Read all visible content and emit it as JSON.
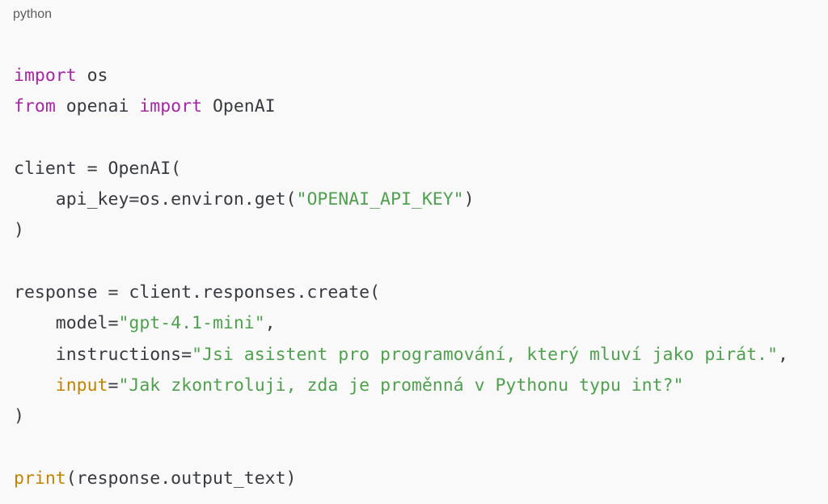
{
  "code_block": {
    "language": "python",
    "lines": [
      [
        {
          "t": "import",
          "c": "kw"
        },
        {
          "t": " os",
          "c": "pl"
        }
      ],
      [
        {
          "t": "from",
          "c": "kw"
        },
        {
          "t": " openai ",
          "c": "pl"
        },
        {
          "t": "import",
          "c": "kw"
        },
        {
          "t": " OpenAI",
          "c": "pl"
        }
      ],
      [],
      [
        {
          "t": "client = OpenAI(",
          "c": "pl"
        }
      ],
      [
        {
          "t": "    api_key=os.environ.get(",
          "c": "pl"
        },
        {
          "t": "\"OPENAI_API_KEY\"",
          "c": "str"
        },
        {
          "t": ")",
          "c": "pl"
        }
      ],
      [
        {
          "t": ")",
          "c": "pl"
        }
      ],
      [],
      [
        {
          "t": "response = client.responses.create(",
          "c": "pl"
        }
      ],
      [
        {
          "t": "    model=",
          "c": "pl"
        },
        {
          "t": "\"gpt-4.1-mini\"",
          "c": "str"
        },
        {
          "t": ",",
          "c": "pl"
        }
      ],
      [
        {
          "t": "    instructions=",
          "c": "pl"
        },
        {
          "t": "\"Jsi asistent pro programování, který mluví jako pirát.\"",
          "c": "str"
        },
        {
          "t": ",",
          "c": "pl"
        }
      ],
      [
        {
          "t": "    ",
          "c": "pl"
        },
        {
          "t": "input",
          "c": "bi"
        },
        {
          "t": "=",
          "c": "pl"
        },
        {
          "t": "\"Jak zkontroluji, zda je proměnná v Pythonu typu int?\"",
          "c": "str"
        }
      ],
      [
        {
          "t": ")",
          "c": "pl"
        }
      ],
      [],
      [
        {
          "t": "print",
          "c": "bi"
        },
        {
          "t": "(response.output_text)",
          "c": "pl"
        }
      ]
    ]
  },
  "colors": {
    "background": "#f9f9f9",
    "keyword": "#a626a4",
    "string": "#50a14f",
    "builtin": "#c18401",
    "plain": "#383a42",
    "label": "#5d5d5d"
  }
}
